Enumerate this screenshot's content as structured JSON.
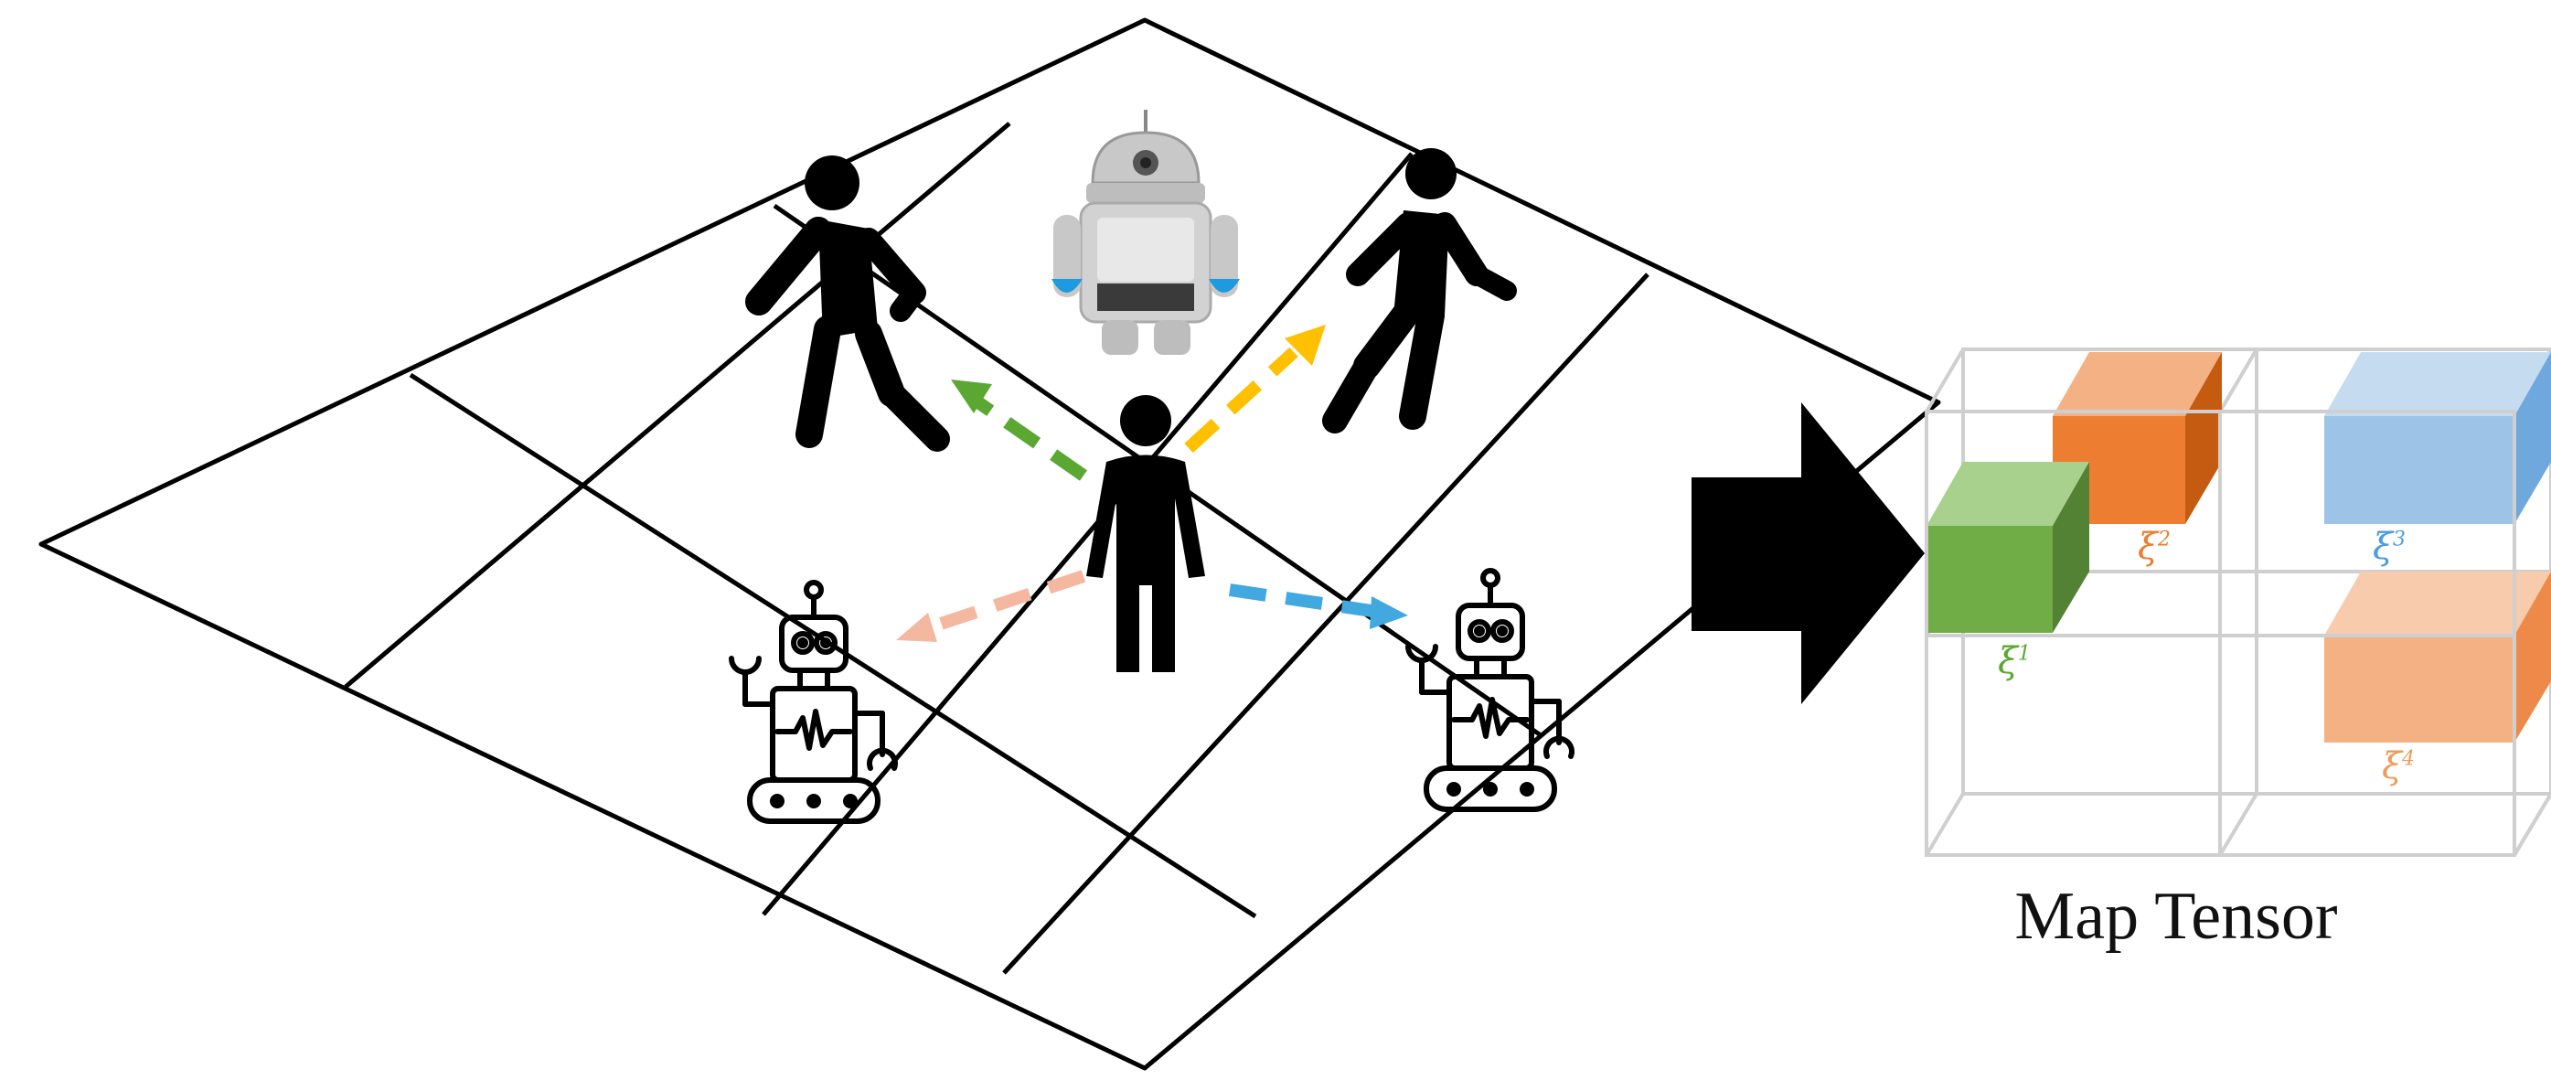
{
  "caption": "Map Tensor",
  "arrow_colors": {
    "green": "#5aa832",
    "yellow": "#ffc000",
    "salmon": "#f4b8a0",
    "blue": "#41a8e0"
  },
  "tensor": {
    "labels": [
      {
        "text": "ξ",
        "sup": "1",
        "color": "#5aa832"
      },
      {
        "text": "ξ",
        "sup": "2",
        "color": "#ed7d31"
      },
      {
        "text": "ξ",
        "sup": "3",
        "color": "#4d9be0"
      },
      {
        "text": "ξ",
        "sup": "4",
        "color": "#ed9d5a"
      }
    ],
    "cube_colors": {
      "green": {
        "front": "#70ad47",
        "top": "#a9d18e",
        "side": "#548235"
      },
      "orange": {
        "front": "#ed7d31",
        "top": "#f4b183",
        "side": "#c55a11"
      },
      "blue": {
        "front": "#9dc3e6",
        "top": "#c5dcf0",
        "side": "#6fa8dc"
      },
      "peach": {
        "front": "#f4b183",
        "top": "#f8cbad",
        "side": "#ed8a4a"
      }
    }
  },
  "icons": [
    "walking-person-icon",
    "walking-person-icon",
    "standing-person-icon",
    "humanoid-robot-icon",
    "rover-robot-icon",
    "rover-robot-icon",
    "right-arrow-icon"
  ]
}
